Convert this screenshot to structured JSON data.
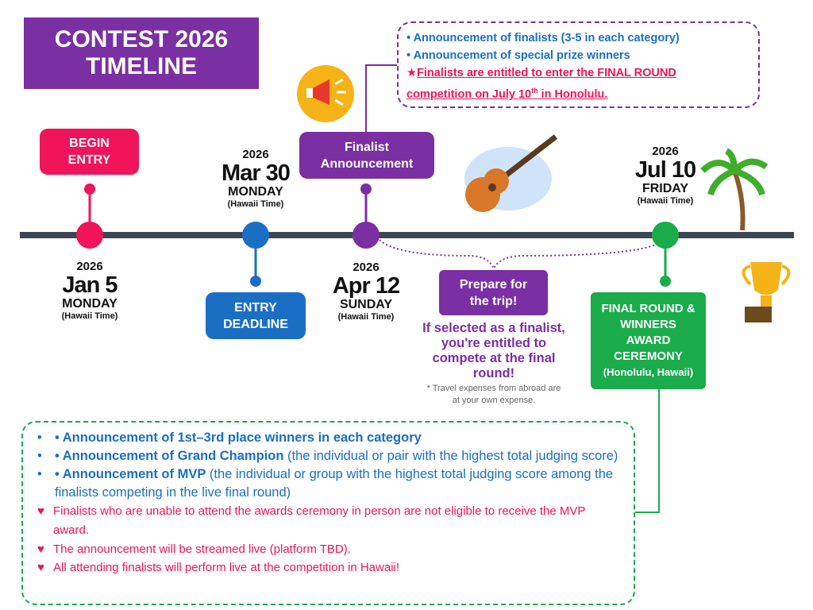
{
  "title": {
    "line1": "CONTEST 2026",
    "line2": "TIMELINE"
  },
  "colors": {
    "purple": "#7a2fa3",
    "pink": "#f0145a",
    "blue": "#1a6fc4",
    "green": "#1aab4b",
    "line": "#3d4651"
  },
  "events": {
    "begin": {
      "label1": "BEGIN",
      "label2": "ENTRY",
      "year": "2026",
      "date": "Jan 5",
      "weekday": "MONDAY",
      "tz": "(Hawaii Time)"
    },
    "deadline": {
      "label1": "ENTRY",
      "label2": "DEADLINE",
      "year": "2026",
      "date": "Mar 30",
      "weekday": "MONDAY",
      "tz": "(Hawaii Time)"
    },
    "finalist": {
      "label1": "Finalist",
      "label2": "Announcement",
      "year": "2026",
      "date": "Apr 12",
      "weekday": "SUNDAY",
      "tz": "(Hawaii Time)"
    },
    "final": {
      "label1": "FINAL ROUND &",
      "label2": "WINNERS",
      "label3": "AWARD",
      "label4": "CEREMONY",
      "label5": "(Honolulu, Hawaii)",
      "year": "2026",
      "date": "Jul 10",
      "weekday": "FRIDAY",
      "tz": "(Hawaii Time)"
    }
  },
  "finalist_notes": {
    "bullets": [
      "•   Announcement of finalists (3-5 in each category)",
      "•   Announcement of special prize winners"
    ],
    "star": "★",
    "highlight1": "Finalists are entitled to enter the FINAL ROUND",
    "highlight2a": "competition on July 10",
    "highlight2sup": "th",
    "highlight2b": " in Honolulu."
  },
  "trip": {
    "label1": "Prepare for",
    "label2": "the trip!",
    "message": "If selected as a finalist, you're entitled to compete at the final round!",
    "footnote1": "* Travel expenses from abroad are",
    "footnote2": "at your own expense."
  },
  "final_notes": {
    "b1": "• Announcement of 1st–3rd place winners in each category",
    "b2_bold": "• Announcement of Grand Champion",
    "b2_rest": " (the individual or pair with the highest total judging score)",
    "b3_bold": "• Announcement of MVP",
    "b3_rest": " (the individual or group with the highest total judging score among the finalists competing in the live final round)",
    "hearts": [
      "Finalists who are unable to attend the awards ceremony in person are not eligible to receive the MVP award.",
      "The announcement will be streamed live (platform TBD).",
      "All attending finalists will perform live at the competition in Hawaii!"
    ]
  }
}
